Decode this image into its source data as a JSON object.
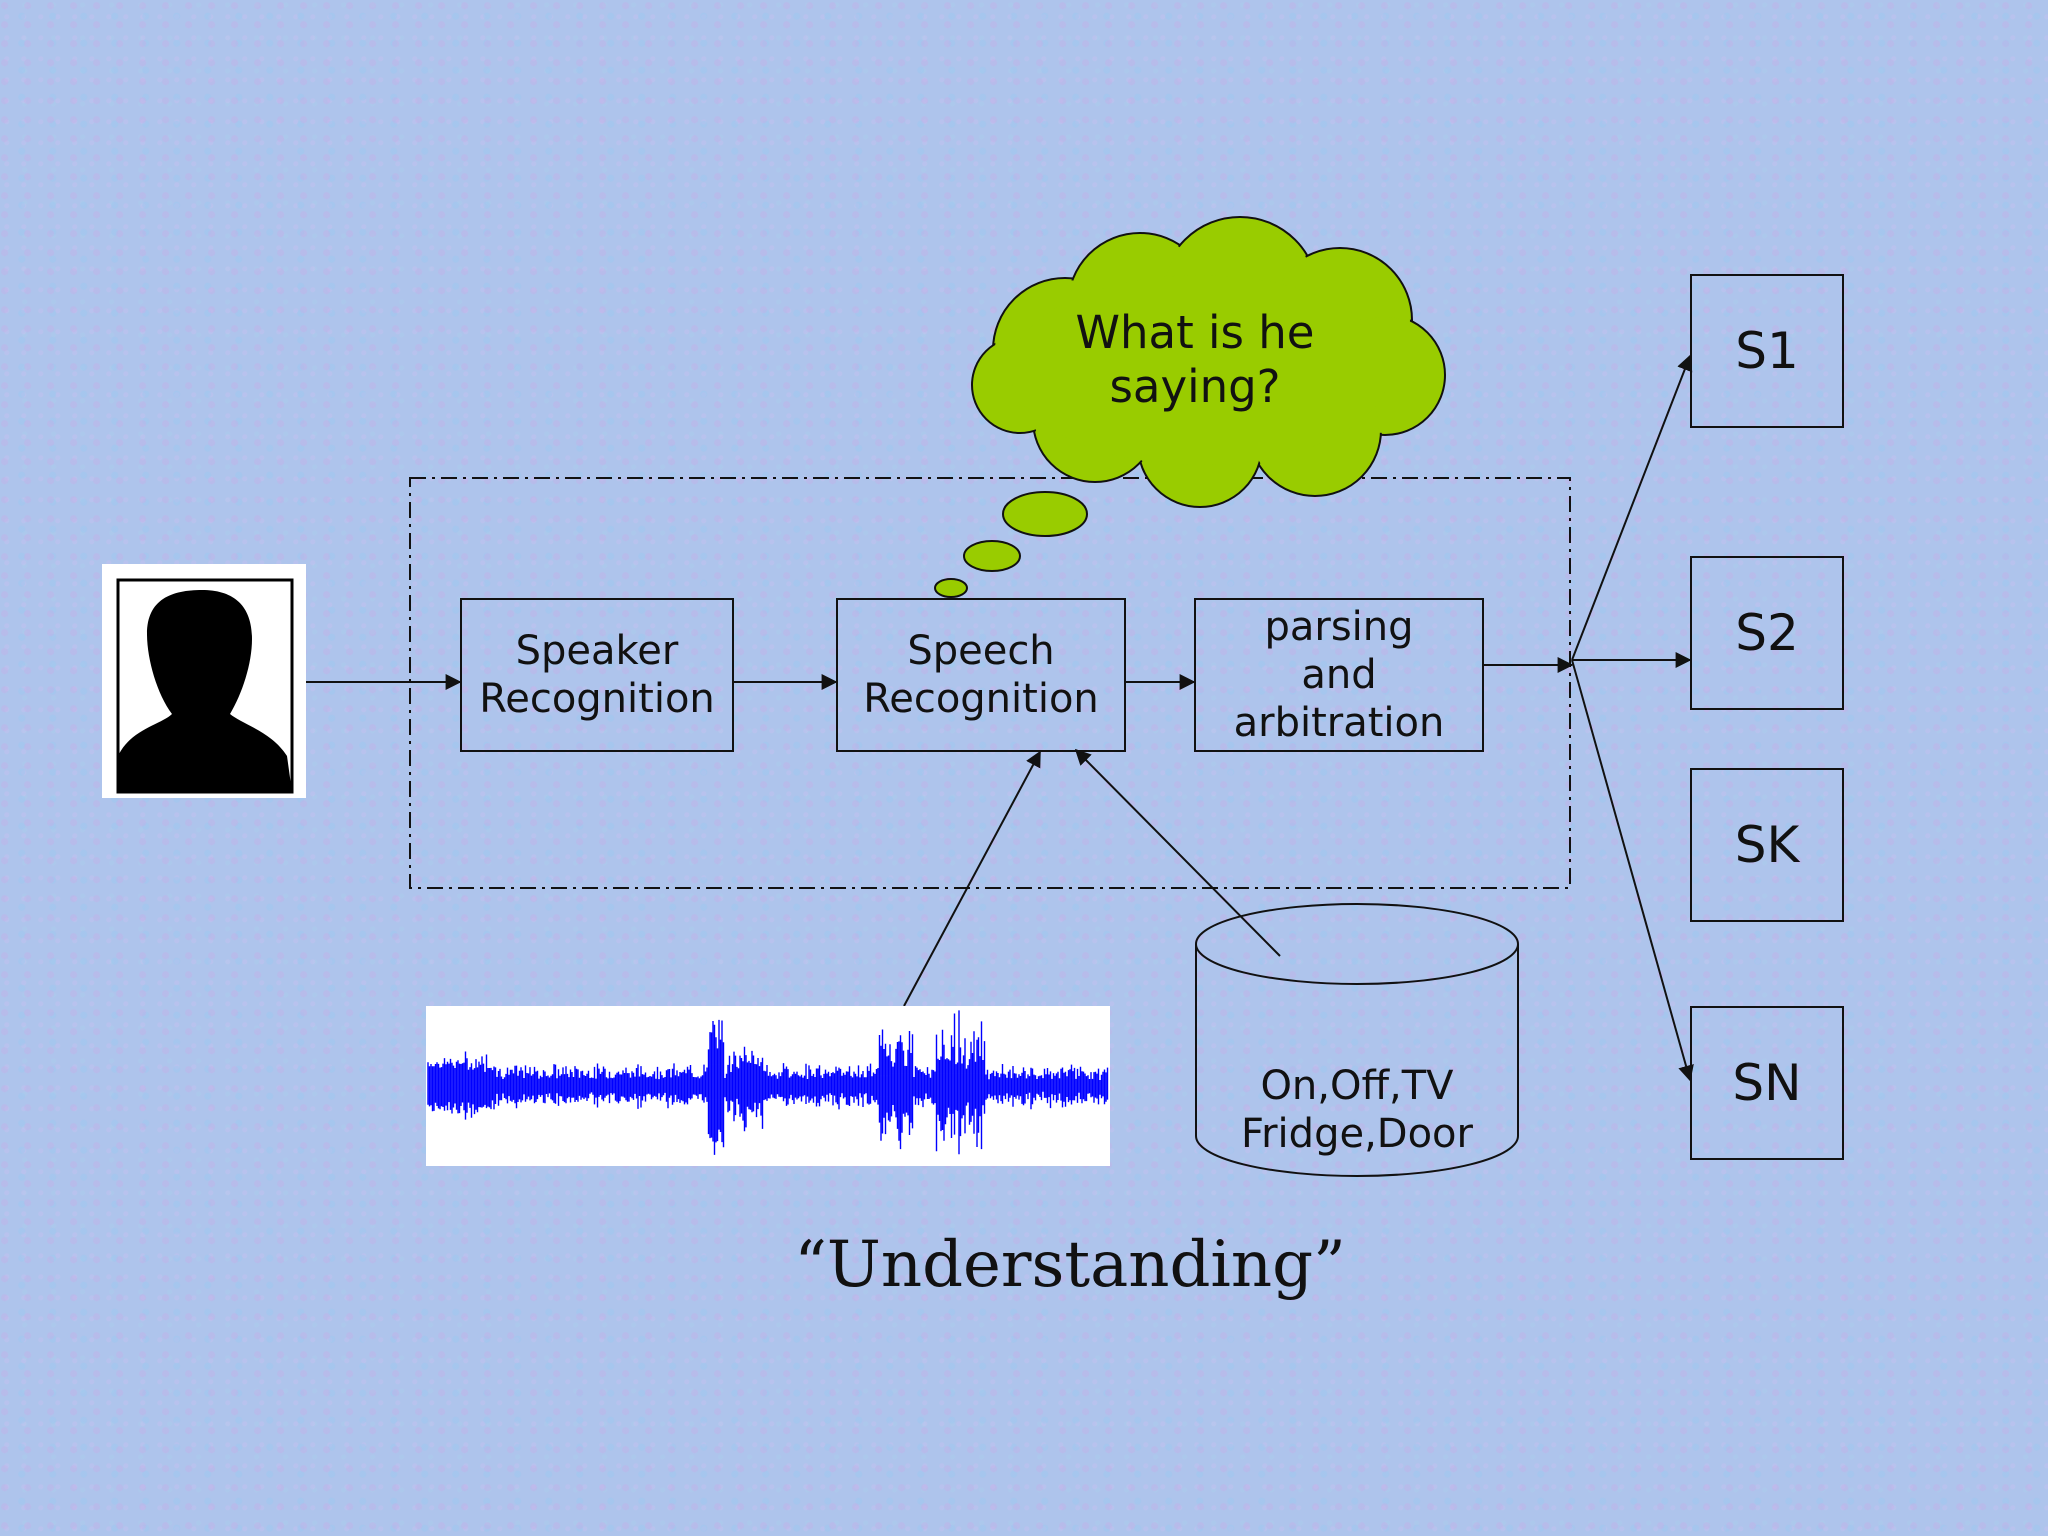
{
  "diagram": {
    "boxes": {
      "speaker_recognition": [
        "Speaker",
        "Recognition"
      ],
      "speech_recognition": [
        "Speech",
        "Recognition"
      ],
      "parsing": [
        "parsing",
        "and",
        "arbitration"
      ]
    },
    "thought_bubble": [
      "What is he",
      "saying?"
    ],
    "database": [
      "On,Off,TV",
      "Fridge,Door"
    ],
    "outputs": [
      "S1",
      "S2",
      "SK",
      "SN"
    ],
    "caption": "“Understanding”"
  },
  "colors": {
    "cloud_fill": "#99cc00",
    "waveform": "#0000ff",
    "stroke": "#111111"
  },
  "icons": {
    "person": "person-silhouette-icon",
    "waveform": "audio-waveform-icon",
    "database": "database-cylinder-icon"
  }
}
